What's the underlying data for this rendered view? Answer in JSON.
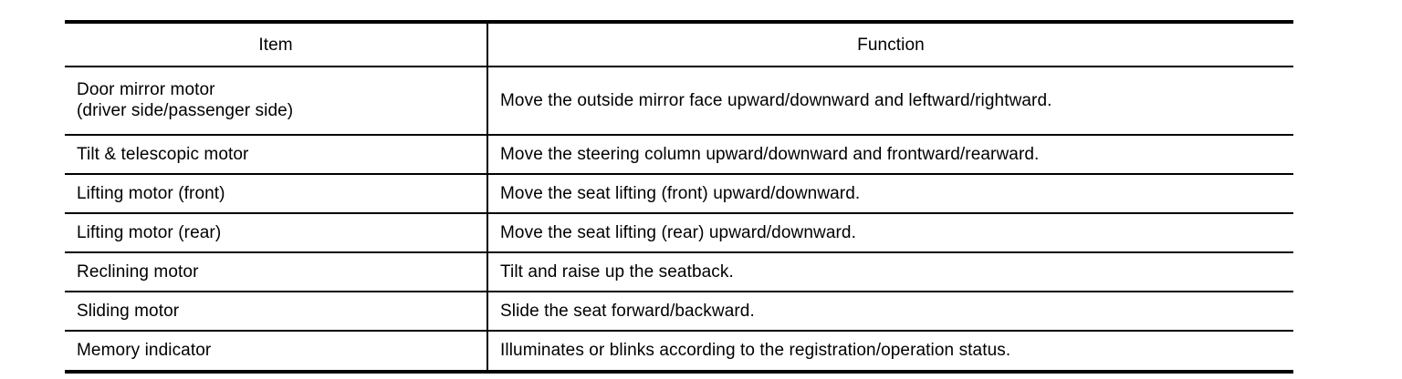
{
  "table": {
    "columns": [
      {
        "key": "item",
        "label": "Item",
        "align": "center"
      },
      {
        "key": "function",
        "label": "Function",
        "align": "center"
      }
    ],
    "rows": [
      {
        "item_line1": "Door mirror motor",
        "item_line2": "(driver side/passenger side)",
        "function": "Move the outside mirror face upward/downward and leftward/rightward."
      },
      {
        "item_line1": "Tilt & telescopic motor",
        "function": "Move the steering column upward/downward and frontward/rearward."
      },
      {
        "item_line1": "Lifting motor (front)",
        "function": "Move the seat lifting (front) upward/downward."
      },
      {
        "item_line1": "Lifting motor (rear)",
        "function": "Move the seat lifting (rear) upward/downward."
      },
      {
        "item_line1": "Reclining motor",
        "function": "Tilt and raise up the seatback."
      },
      {
        "item_line1": "Sliding motor",
        "function": "Slide the seat forward/backward."
      },
      {
        "item_line1": "Memory indicator",
        "function": "Illuminates or blinks according to the registration/operation status."
      }
    ]
  },
  "style": {
    "text_color": "#000000",
    "background_color": "#FFFFFF",
    "rule_color": "#000000"
  }
}
